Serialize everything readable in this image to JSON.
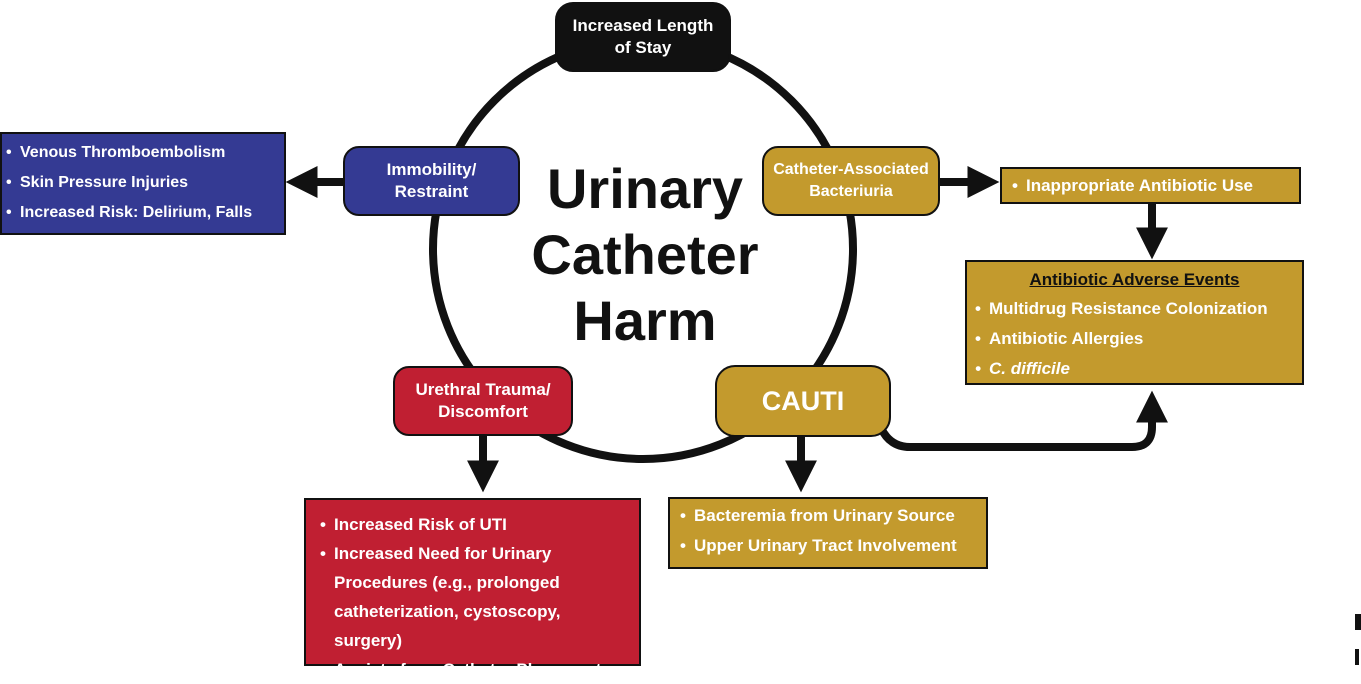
{
  "colors": {
    "blue": "#343a93",
    "gold": "#c39a2d",
    "red": "#c01f32",
    "black": "#111111"
  },
  "center_title": [
    "Urinary",
    "Catheter",
    "Harm"
  ],
  "nodes": {
    "length_of_stay": [
      "Increased Length",
      "of Stay"
    ],
    "immobility": [
      "Immobility/",
      "Restraint"
    ],
    "bacteriuria": [
      "Catheter-Associated",
      "Bacteriuria"
    ],
    "urethral": [
      "Urethral Trauma/",
      "Discomfort"
    ],
    "cauti": [
      "CAUTI"
    ]
  },
  "boxes": {
    "immobility_effects": [
      "Venous Thromboembolism",
      "Skin Pressure Injuries",
      "Increased Risk: Delirium, Falls"
    ],
    "antibiotic_use": [
      "Inappropriate Antibiotic Use"
    ],
    "adverse_events": {
      "heading": "Antibiotic Adverse Events",
      "items": [
        "Multidrug Resistance Colonization",
        "Antibiotic Allergies",
        "C. difficile"
      ]
    },
    "urethral_effects": [
      "Increased Risk of UTI",
      "Increased Need for Urinary Procedures (e.g., prolonged catheterization, cystoscopy, surgery)",
      "Anxiety from Catheter Placement"
    ],
    "cauti_effects": [
      "Bacteremia from Urinary Source",
      "Upper Urinary Tract Involvement"
    ]
  }
}
